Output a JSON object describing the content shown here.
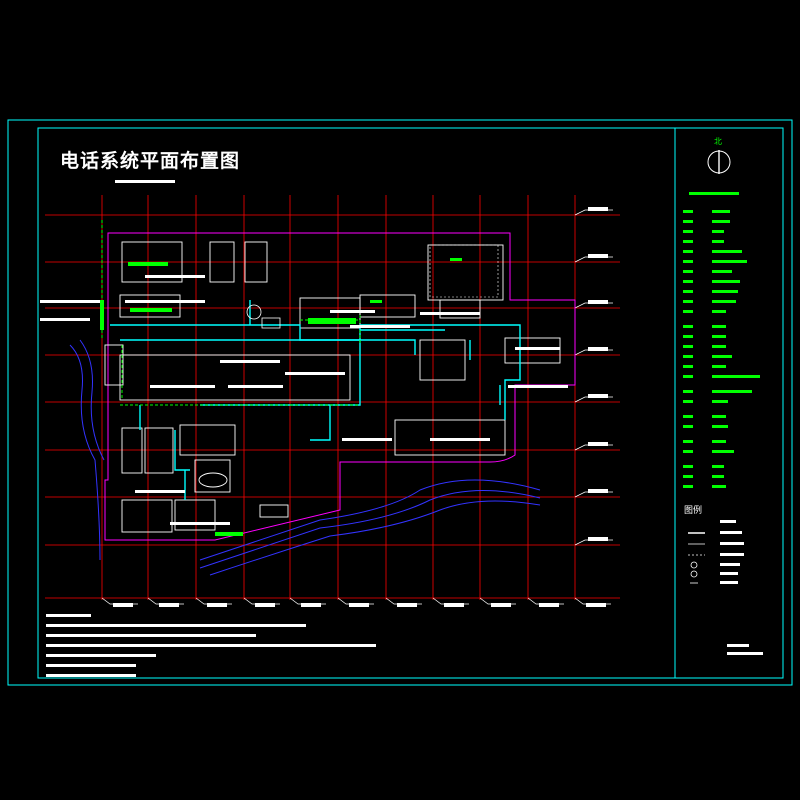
{
  "drawing": {
    "title": "电话系统平面布置图",
    "north_label": "北",
    "legend_heading": "图例",
    "colors": {
      "background": "#000000",
      "frame": "#00ffff",
      "grid": "#ff0000",
      "site_boundary": "#ff00ff",
      "cable_route": "#00ffff",
      "building": "#ffffff",
      "green_label": "#00ff00",
      "road": "#0000ff"
    }
  }
}
